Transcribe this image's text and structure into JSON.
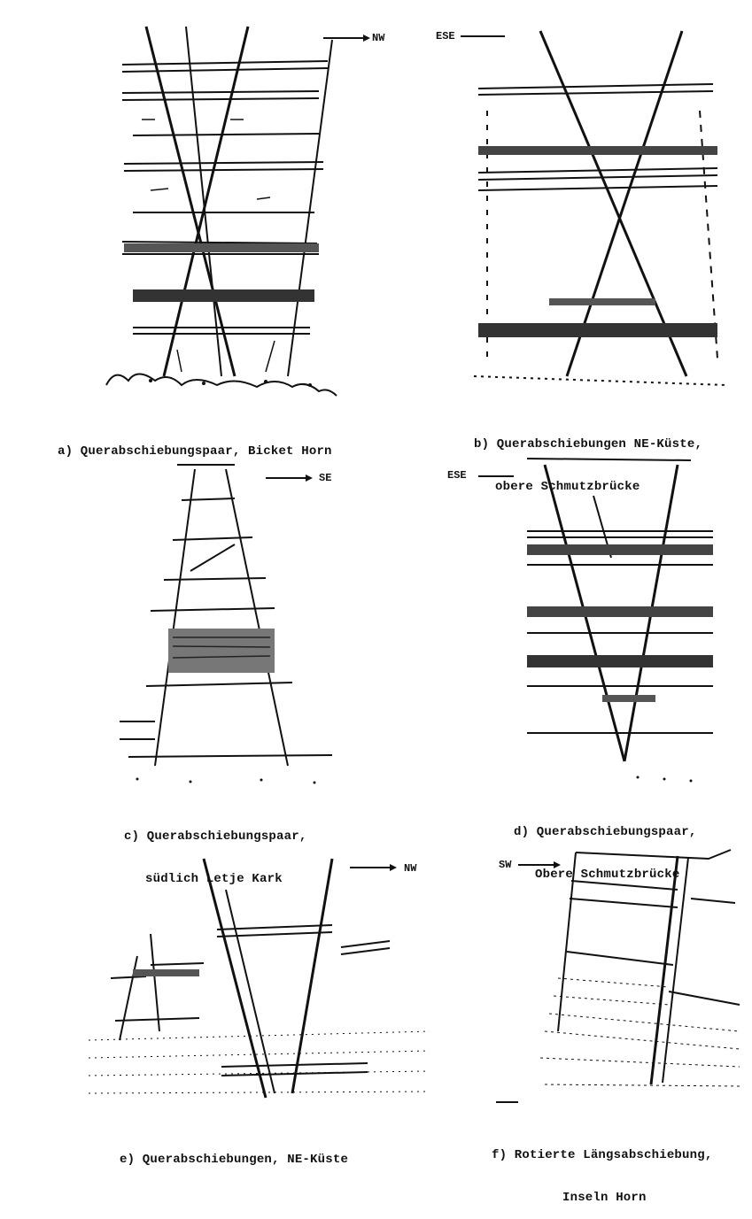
{
  "panels": {
    "a": {
      "direction": "NW",
      "caption_line1": "a) Querabschiebungspaar, Bicket Horn",
      "caption_line2": ""
    },
    "b": {
      "direction": "ESE",
      "caption_line1": "b) Querabschiebungen NE-Küste,",
      "caption_line2": "obere Schmutzbrücke"
    },
    "c": {
      "direction": "SE",
      "caption_line1": "c) Querabschiebungspaar,",
      "caption_line2": "südlich Letje Kark"
    },
    "d": {
      "direction": "ESE",
      "caption_line1": "d) Querabschiebungspaar,",
      "caption_line2": "Obere Schmutzbrücke"
    },
    "e": {
      "direction": "NW",
      "caption_line1": "e) Querabschiebungen, NE-Küste",
      "caption_line2": ""
    },
    "f": {
      "direction": "SW",
      "caption_line1": "f) Rotierte Längsabschiebung,",
      "caption_line2": "Inseln Horn"
    }
  }
}
